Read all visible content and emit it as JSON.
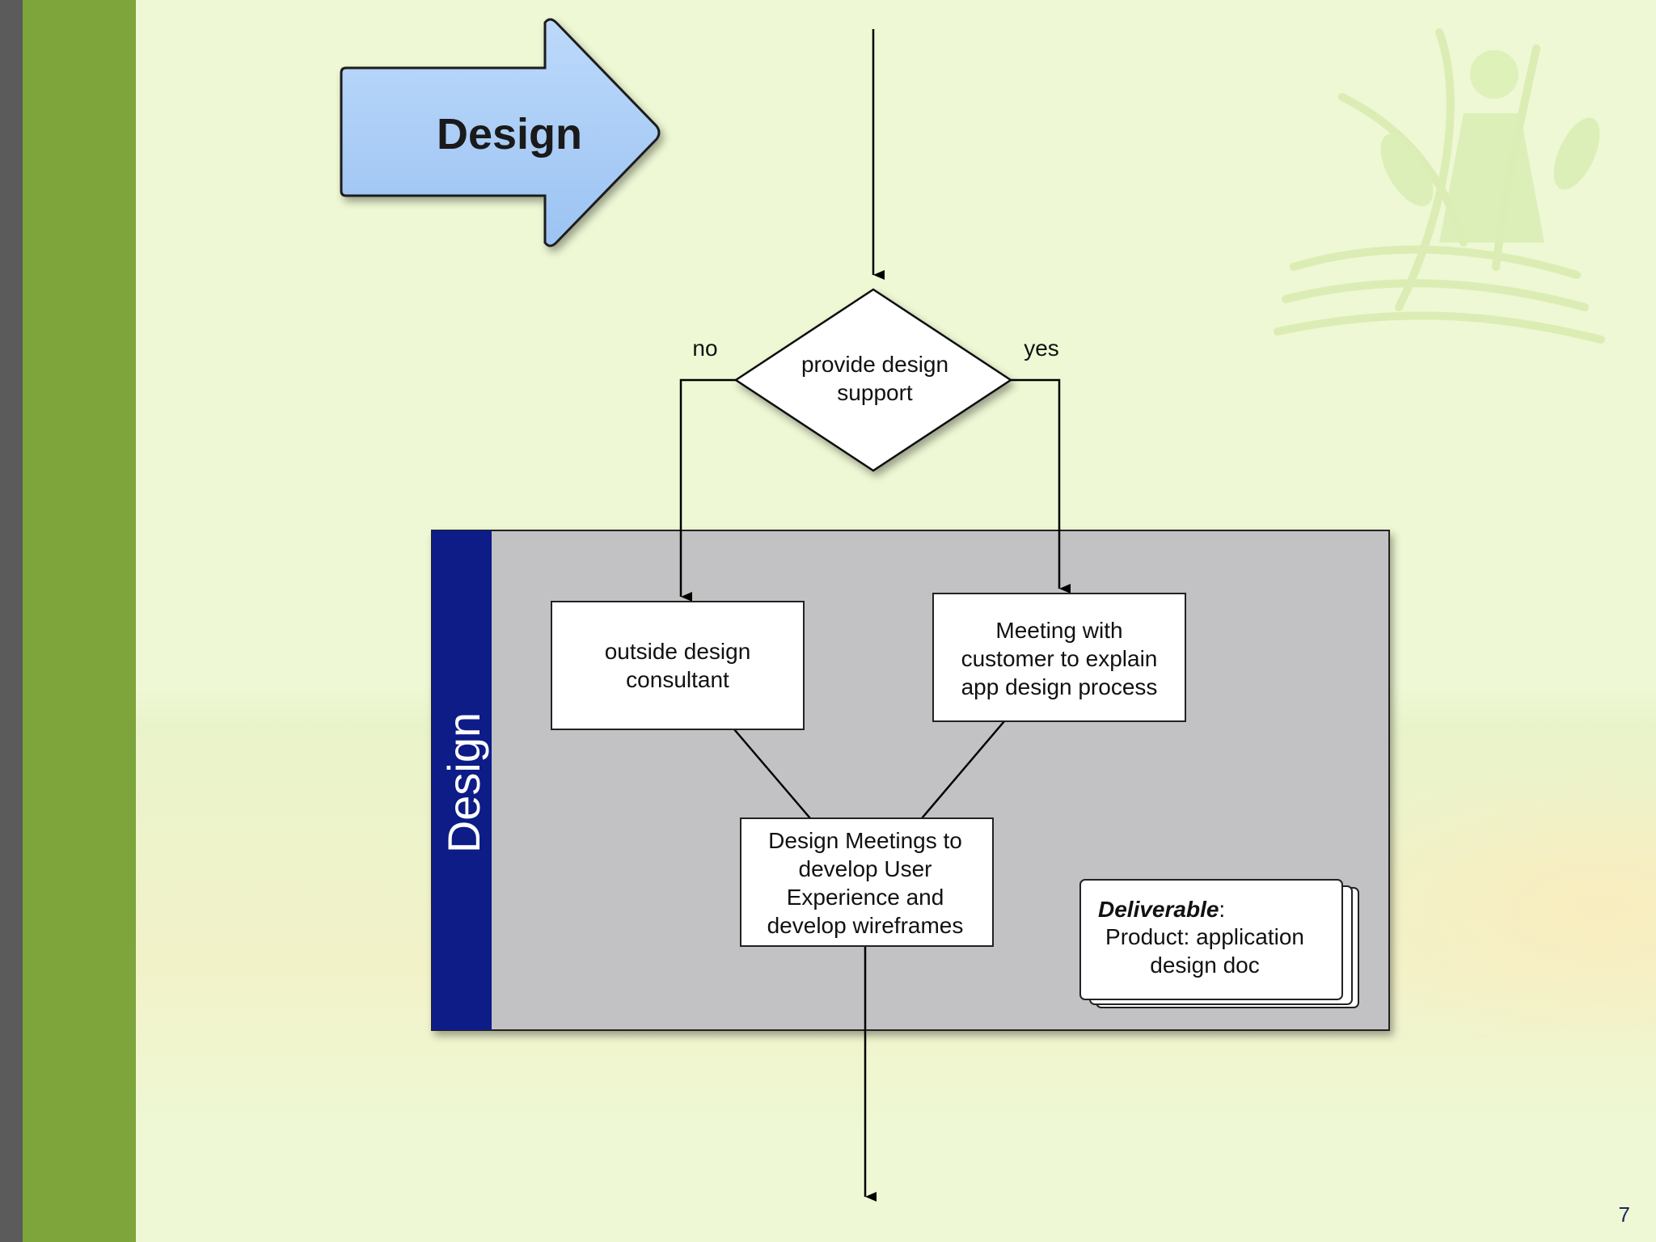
{
  "header": {
    "arrow_label": "Design"
  },
  "decision": {
    "line1": "provide design",
    "line2": "support",
    "no_label": "no",
    "yes_label": "yes"
  },
  "swimlane": {
    "label": "Design"
  },
  "nodes": {
    "consultant": {
      "line1": "outside design",
      "line2": "consultant"
    },
    "meeting": {
      "line1": "Meeting with",
      "line2": "customer to explain",
      "line3": "app design process"
    },
    "design_meetings": {
      "line1": "Design Meetings to",
      "line2": "develop User",
      "line3": "Experience and",
      "line4": "develop wireframes"
    }
  },
  "deliverable": {
    "title": "Deliverable",
    "colon": ":",
    "line1": "Product: application",
    "line2": "design doc"
  },
  "page_number": "7",
  "colors": {
    "background": "#eef8d4",
    "sidebar_green": "#7da53b",
    "sidebar_dark": "#5b5b5b",
    "arrow_fill": "#a9cdf7",
    "swimlane_fill": "#c2c1c4",
    "swimlane_band": "#101f86"
  }
}
